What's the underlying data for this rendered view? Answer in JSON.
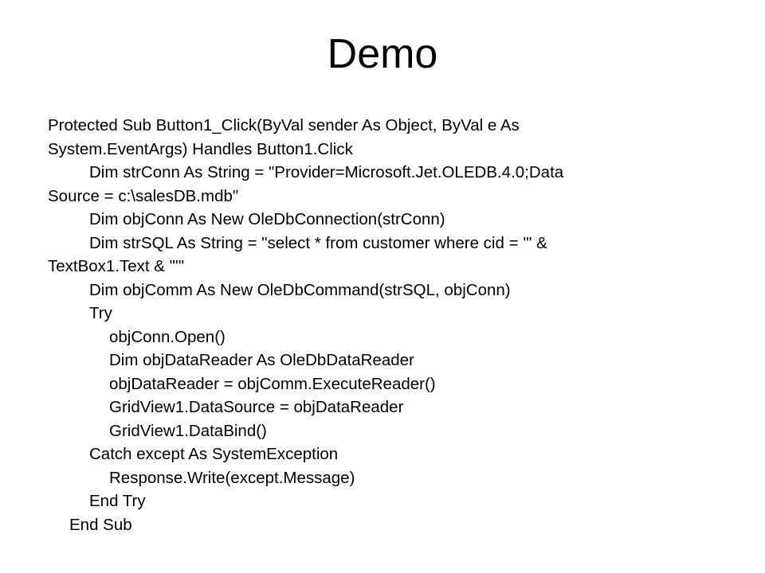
{
  "slide": {
    "title": "Demo",
    "code_lines": [
      "Protected Sub Button1_Click(ByVal sender As Object, ByVal e As",
      "System.EventArgs) Handles Button1.Click",
      "Dim strConn As String = \"Provider=Microsoft.Jet.OLEDB.4.0;Data",
      "Source = c:\\salesDB.mdb\"",
      "Dim objConn As New OleDbConnection(strConn)",
      "Dim strSQL As String = \"select * from customer where cid = '\" &",
      "TextBox1.Text & \"'\"",
      "Dim objComm As New OleDbCommand(strSQL, objConn)",
      "Try",
      "objConn.Open()",
      "Dim objDataReader As OleDbDataReader",
      "objDataReader = objComm.ExecuteReader()",
      "GridView1.DataSource = objDataReader",
      "GridView1.DataBind()",
      "Catch except As SystemException",
      "Response.Write(except.Message)",
      "End Try",
      "End Sub"
    ]
  }
}
